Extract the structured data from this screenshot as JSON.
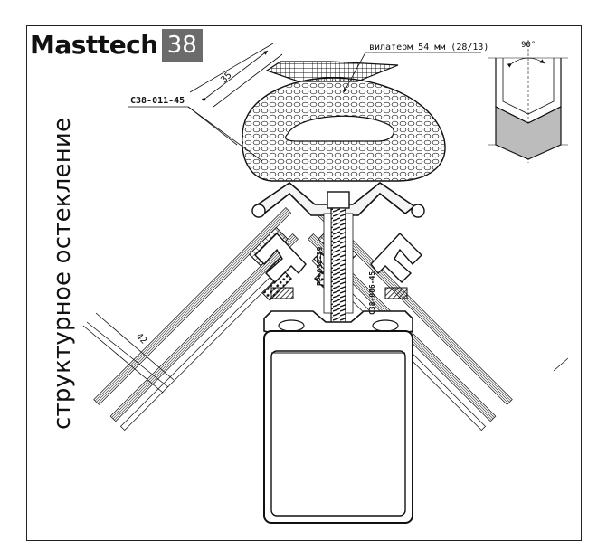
{
  "brand": {
    "name": "Masttech",
    "series": "38"
  },
  "side_label": "структурное остекление",
  "callouts": {
    "profile_code": "C38-011-45",
    "sealant_note": "вилатерм 54 мм (28/13)",
    "screw_code": "PP-038-29",
    "clip_code": "C38-006-45"
  },
  "dimensions": {
    "upper_offset": "35",
    "glass_thickness": "42"
  },
  "inset": {
    "angle_label": "90°"
  }
}
